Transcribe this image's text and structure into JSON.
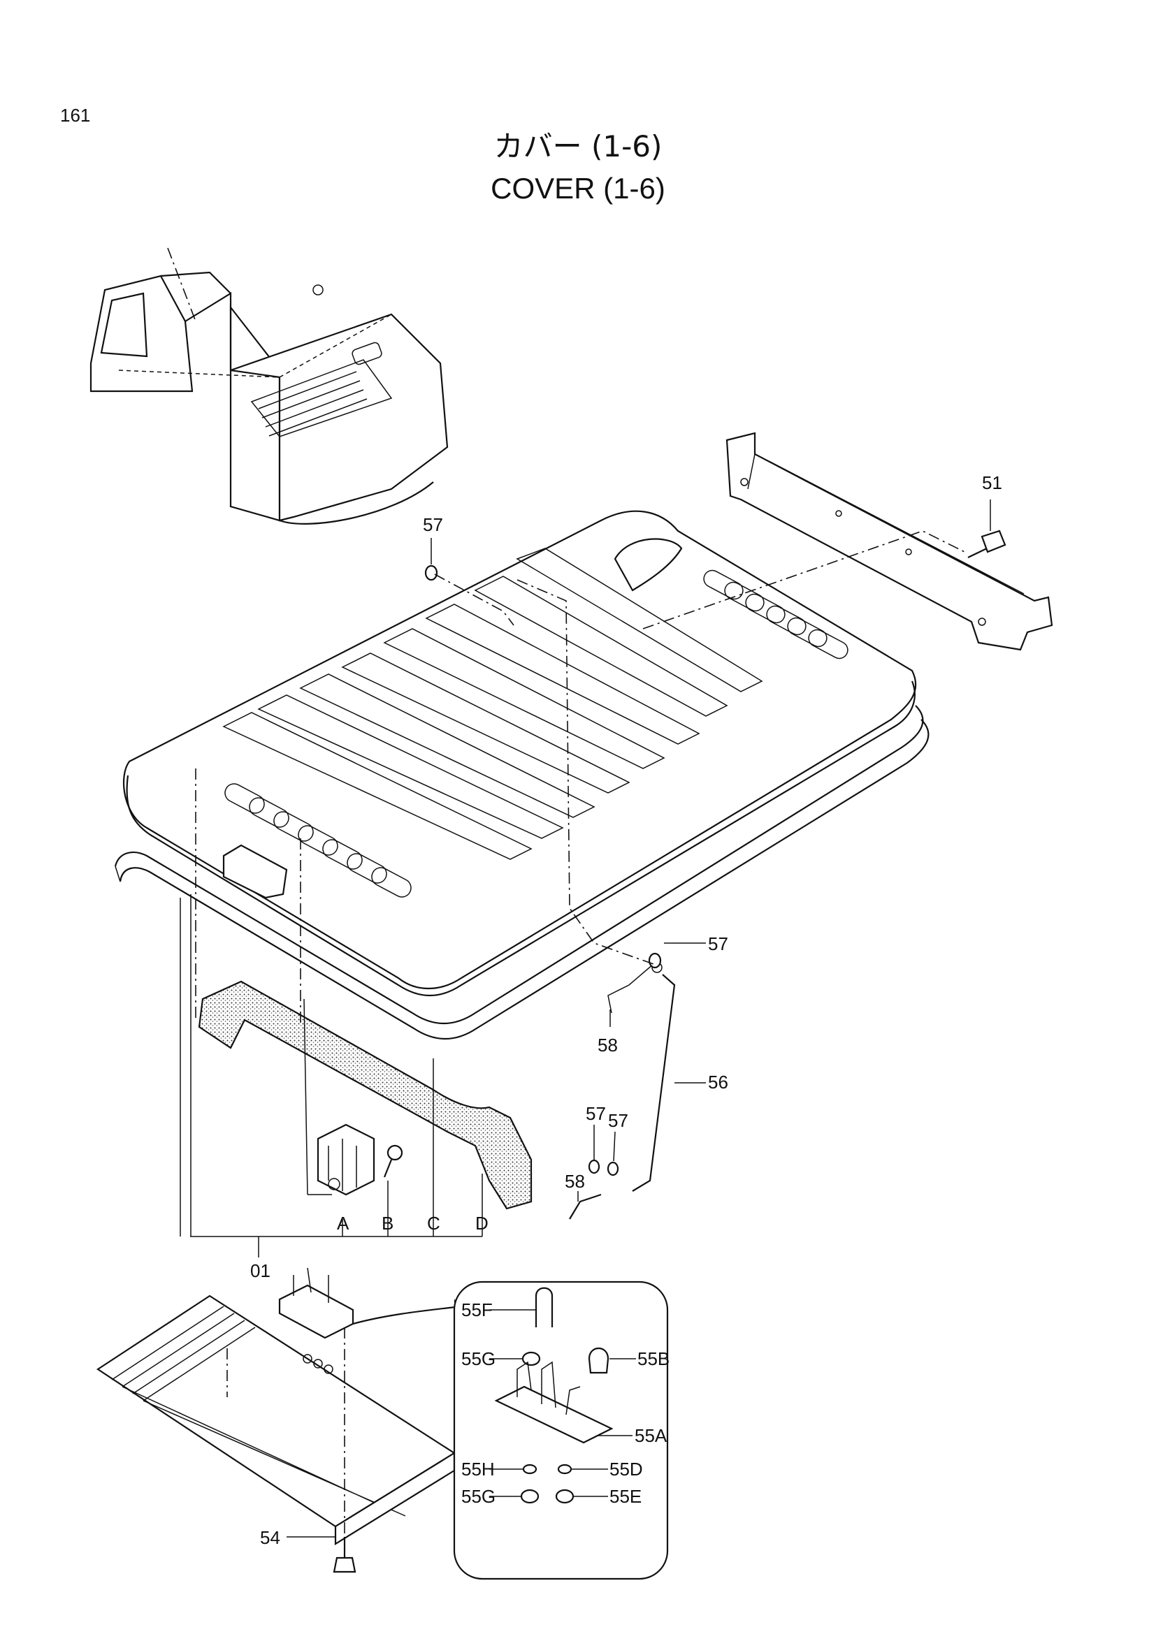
{
  "page_number": "161",
  "title_jp": "カバー (1-6)",
  "title_en": "COVER (1-6)",
  "callouts": {
    "c51": "51",
    "c57a": "57",
    "c57b": "57",
    "c57c": "57",
    "c57d": "57",
    "c58a": "58",
    "c58b": "58",
    "c56": "56",
    "c01": "01",
    "c54": "54",
    "c55F": "55F",
    "c55G": "55G",
    "c55B": "55B",
    "c55A": "55A",
    "c55H": "55H",
    "c55D": "55D",
    "c55G2": "55G",
    "c55E": "55E"
  },
  "group_letters": [
    "A",
    "B",
    "C",
    "D"
  ]
}
